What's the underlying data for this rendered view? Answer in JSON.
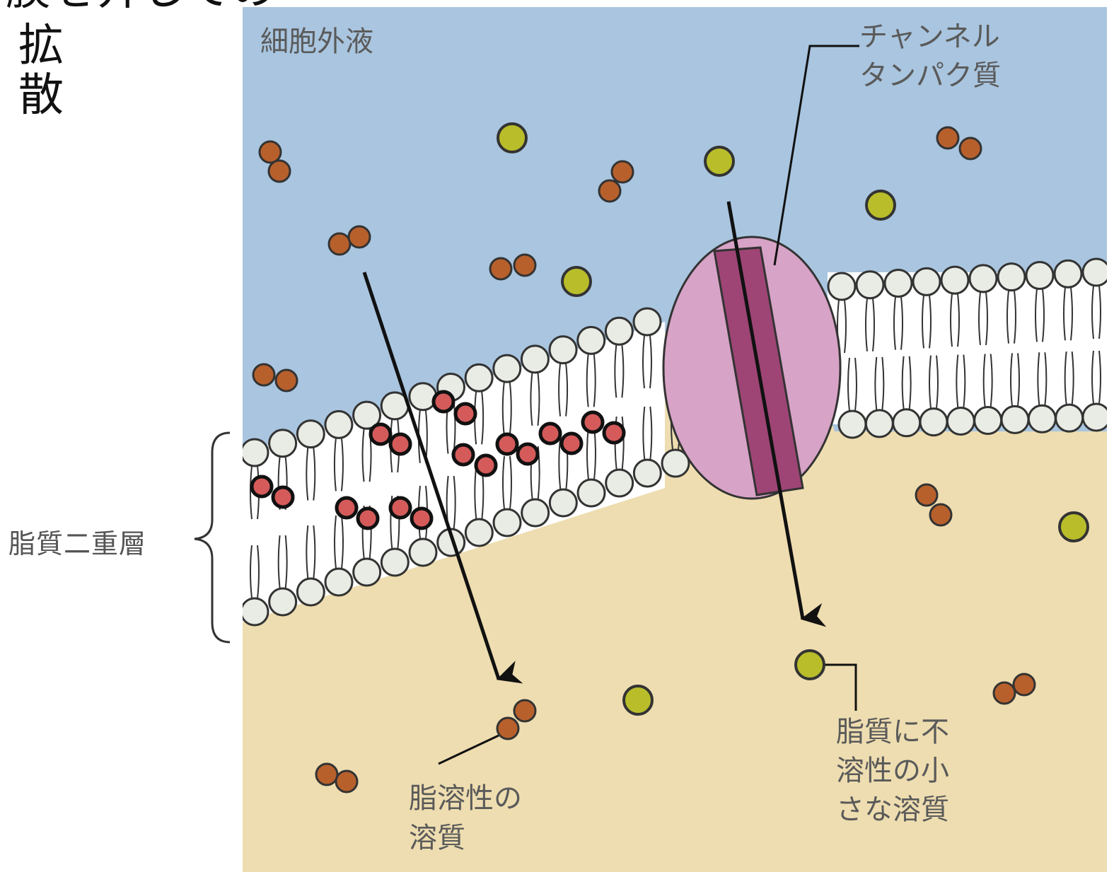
{
  "title": {
    "top_line": "膜を介しての",
    "main": "拡散"
  },
  "labels": {
    "extracellular": "細胞外液",
    "channel_line1": "チャンネル",
    "channel_line2": "タンパク質",
    "bilayer": "脂質二重層",
    "lipid_soluble_line1": "脂溶性の",
    "lipid_soluble_line2": "溶質",
    "insoluble_line1": "脂質に不",
    "insoluble_line2": "溶性の小",
    "insoluble_line3": "さな溶質"
  },
  "colors": {
    "extracellular": "#a9c5df",
    "intracellular": "#eeddb0",
    "head": "#e8ece4",
    "channel_outer": "#d7a3c6",
    "channel_inner": "#9e4575",
    "pair_solute": "#b8602c",
    "single_solute": "#b9bd2a",
    "highlight_solute": "#d55b5b"
  }
}
